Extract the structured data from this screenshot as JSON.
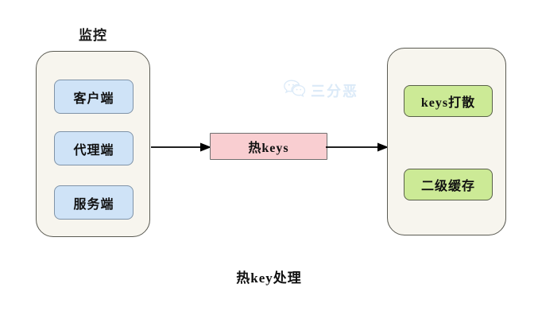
{
  "diagram": {
    "caption": "热key处理",
    "watermark": {
      "text": "三分恶",
      "icon": "wechat-icon",
      "color": "#dbeaf8"
    },
    "groups": [
      {
        "id": "monitor",
        "title": "监控",
        "fill": "#f7f5ee",
        "stroke": "#5a5a52",
        "nodes": [
          {
            "id": "client",
            "label": "客户端",
            "fill": "#cfe3f7",
            "stroke": "#7f93a8"
          },
          {
            "id": "proxy",
            "label": "代理端",
            "fill": "#cfe3f7",
            "stroke": "#7f93a8"
          },
          {
            "id": "server",
            "label": "服务端",
            "fill": "#cfe3f7",
            "stroke": "#7f93a8"
          }
        ]
      },
      {
        "id": "handle",
        "title": "",
        "fill": "#f7f5ee",
        "stroke": "#5a5a52",
        "nodes": [
          {
            "id": "split",
            "label": "keys打散",
            "fill": "#ccea96",
            "stroke": "#59604a"
          },
          {
            "id": "cache",
            "label": "二级缓存",
            "fill": "#ccea96",
            "stroke": "#59604a"
          }
        ]
      }
    ],
    "center_node": {
      "id": "hotkeys",
      "label": "热keys",
      "fill": "#f9ced1",
      "stroke": "#6f6f6f"
    },
    "arrows": [
      {
        "id": "monitor-to-hotkeys",
        "from": "monitor",
        "to": "hotkeys",
        "direction": "right"
      },
      {
        "id": "hotkeys-to-handle",
        "from": "hotkeys",
        "to": "handle",
        "direction": "right"
      }
    ]
  }
}
